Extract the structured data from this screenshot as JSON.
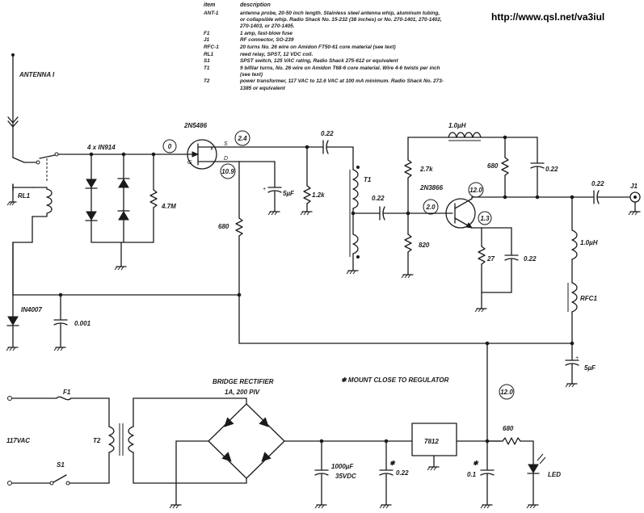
{
  "url": "http://www.qsl.net/va3iul",
  "legend": {
    "header_item": "item",
    "header_desc": "description",
    "rows": [
      {
        "item": "ANT-1",
        "desc": "antenna probe, 20-50 inch length. Stainless steel antenna whip, aluminum tubing, or collapsible whip. Radio Shack No. 15-232 (38 inches) or No. 270-1401, 270-1402, 270-1403, or 270-1405."
      },
      {
        "item": "F1",
        "desc": "1 amp, fast-blow fuse"
      },
      {
        "item": "J1",
        "desc": "RF connector, SO-239"
      },
      {
        "item": "RFC-1",
        "desc": "20 turns No. 26 wire on Amidon FT50-61 core material (see text)"
      },
      {
        "item": "RL1",
        "desc": "reed relay, SPST, 12 VDC coil."
      },
      {
        "item": "S1",
        "desc": "SPST switch, 125 VAC rating, Radio Shack 275-612 or equivalent"
      },
      {
        "item": "T1",
        "desc": "9 bifilar turns, No. 26 wire on Amidon T68-6 core material. Wire 4-6 twists per inch (see text)"
      },
      {
        "item": "T2",
        "desc": "power transformer, 117 VAC to 12.6 VAC at 100 mA minimum. Radio Shack No. 273-1385 or equivalent"
      }
    ]
  },
  "labels": {
    "antenna": "ANTENNA I",
    "diodes": "4 x IN914",
    "rl1": "RL1",
    "r_4m7": "4.7M",
    "jfet": "2N5486",
    "g": "G",
    "s": "S",
    "d": "D",
    "r_680_gate": "680",
    "c_5uf_top": "5µF",
    "r_1k2": "1.2k",
    "c_022_a": "0.22",
    "t1": "T1",
    "c_022_b": "0.22",
    "l_1uh_top": "1.0µH",
    "r_2k7": "2.7k",
    "r_680_c": "680",
    "c_022_c": "0.22",
    "bjt": "2N3866",
    "r_820": "820",
    "r_27": "27",
    "c_022_e": "0.22",
    "c_022_out": "0.22",
    "j1": "J1",
    "l_1uh_out": "1.0µH",
    "rfc1": "RFC1",
    "c_5uf_bot": "5µF",
    "d_1n4007": "IN4007",
    "c_0001": "0.001",
    "mount_note": "✱ MOUNT CLOSE TO REGULATOR",
    "bridge": "BRIDGE RECTIFIER",
    "bridge_spec": "1A, 200 PIV",
    "f1": "F1",
    "vac": "117VAC",
    "t2": "T2",
    "s1": "S1",
    "c_1000_a": "1000µF",
    "c_1000_b": "35VDC",
    "c_022_reg": "0.22",
    "reg": "7812",
    "c_01": "0.1",
    "r_680_led": "680",
    "led": "LED",
    "star_a": "✱",
    "star_b": "✱"
  },
  "voltages": {
    "gate": "0",
    "source": "2.4",
    "drain": "10.9",
    "base": "2.0",
    "collector": "12.0",
    "emitter": "1.3",
    "supply": "12.0"
  }
}
